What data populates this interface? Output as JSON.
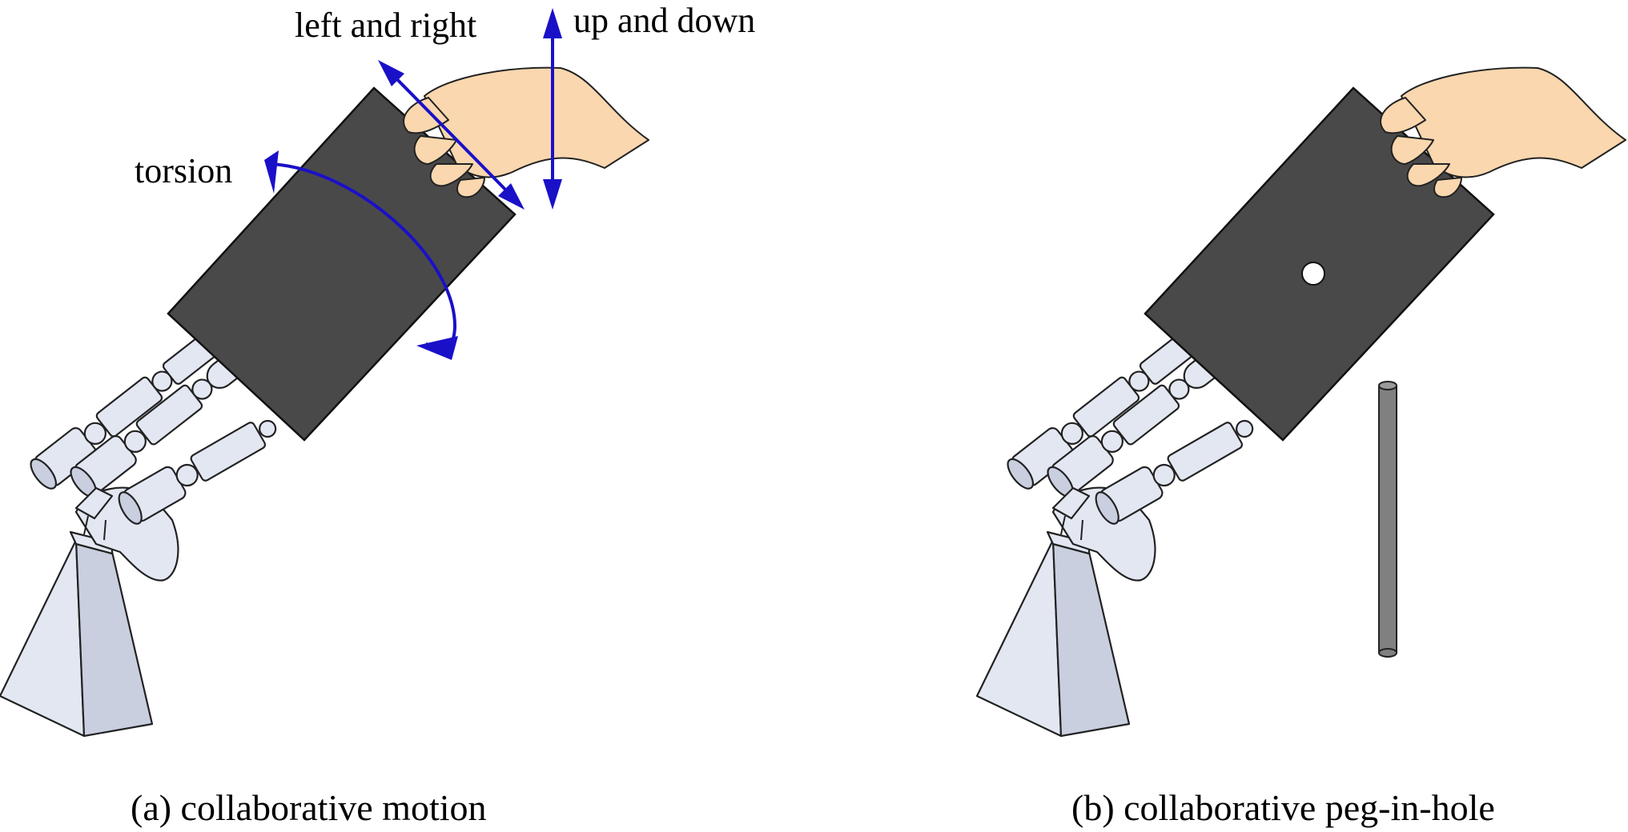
{
  "panels": [
    {
      "caption": "(a) collaborative motion",
      "annotations": {
        "left_right": "left and right",
        "up_down": "up and down",
        "torsion": "torsion"
      }
    },
    {
      "caption": "(b) collaborative peg-in-hole"
    }
  ],
  "colors": {
    "arrow": "#1a10c8",
    "board": "#4a494a",
    "robot_hand": "#e3e7f2",
    "human_hand": "#fad7ae",
    "peg": "#808080"
  }
}
